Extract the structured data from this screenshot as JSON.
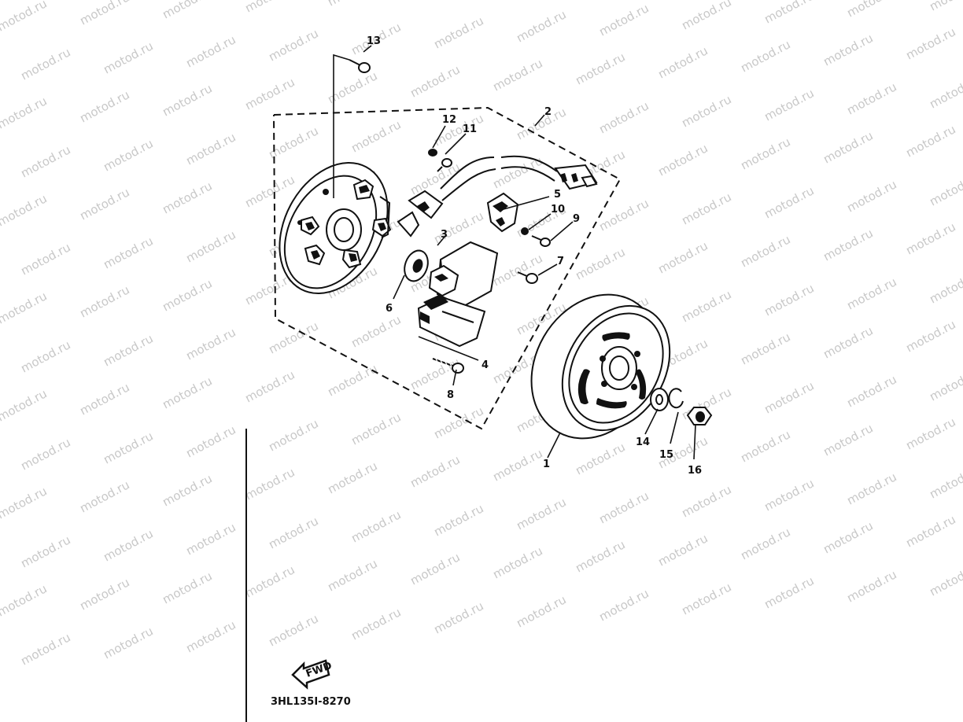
{
  "diagram": {
    "watermark": "motod.ru",
    "part_code": "3HL135I-8270",
    "fwd_label": "FWD",
    "part_numbers": {
      "p1": "1",
      "p2": "2",
      "p3": "3",
      "p4": "4",
      "p5": "5",
      "p6": "6",
      "p7": "7",
      "p8": "8",
      "p9": "9",
      "p10": "10",
      "p11": "11",
      "p12": "12",
      "p13": "13",
      "p14": "14",
      "p15": "15",
      "p16": "16"
    }
  }
}
